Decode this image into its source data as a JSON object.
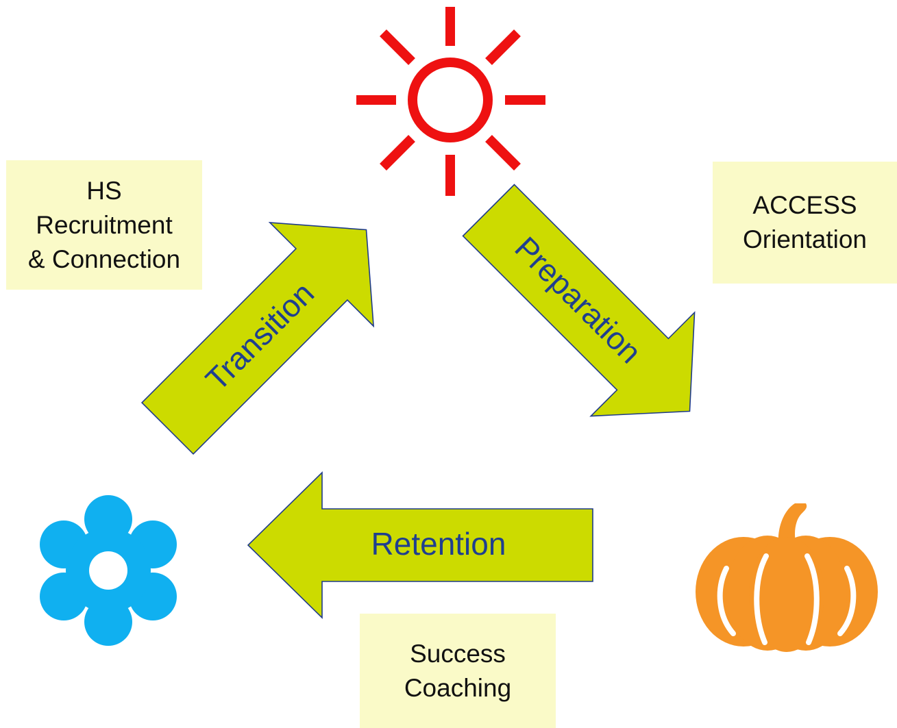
{
  "stages": {
    "transition": "Transition",
    "preparation": "Preparation",
    "retention": "Retention"
  },
  "boxes": {
    "hs": [
      "HS",
      "Recruitment",
      "& Connection"
    ],
    "access": [
      "ACCESS",
      "Orientation"
    ],
    "success": [
      "Success",
      "Coaching"
    ]
  },
  "icons": {
    "sun": "sun-icon",
    "flower": "flower-icon",
    "pumpkin": "pumpkin-icon"
  },
  "colors": {
    "arrow_fill": "#ccdb00",
    "arrow_stroke": "#1e3a8a",
    "arrow_text": "#1f3f8f",
    "box_fill": "#fafac8",
    "sun": "#ee1111",
    "flower": "#10b0f0",
    "pumpkin": "#f59527"
  }
}
